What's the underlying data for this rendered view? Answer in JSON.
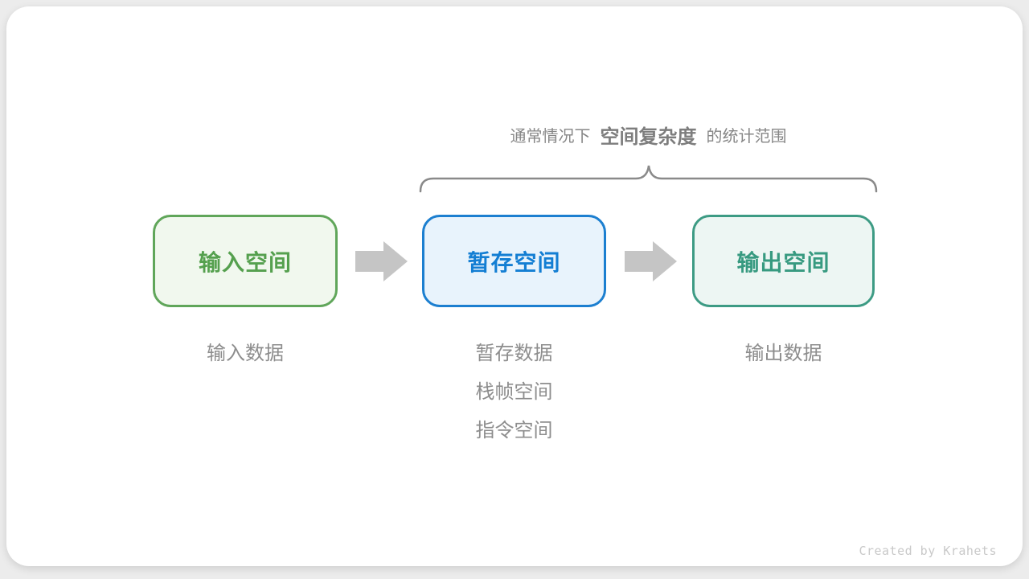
{
  "caption": {
    "prefix": "通常情况下",
    "highlight": "空间复杂度",
    "suffix": "的统计范围"
  },
  "boxes": [
    {
      "label": "输入空间",
      "text_color": "#55a04e",
      "border_color": "#60a65a",
      "bg_color": "#f1f8ee",
      "notes": [
        "输入数据"
      ]
    },
    {
      "label": "暂存空间",
      "text_color": "#137ed3",
      "border_color": "#1c7fd0",
      "bg_color": "#e8f3fc",
      "notes": [
        "暂存数据",
        "栈帧空间",
        "指令空间"
      ]
    },
    {
      "label": "输出空间",
      "text_color": "#379a80",
      "border_color": "#3d9b84",
      "bg_color": "#edf6f3",
      "notes": [
        "输出数据"
      ]
    }
  ],
  "footer": {
    "credit": "Created by Krahets"
  },
  "colors": {
    "arrow": "#c5c5c5",
    "brace": "#8a8a8a",
    "caption_text": "#878787",
    "caption_highlight": "#7d7d7d",
    "note_text": "#8d8d8d"
  }
}
